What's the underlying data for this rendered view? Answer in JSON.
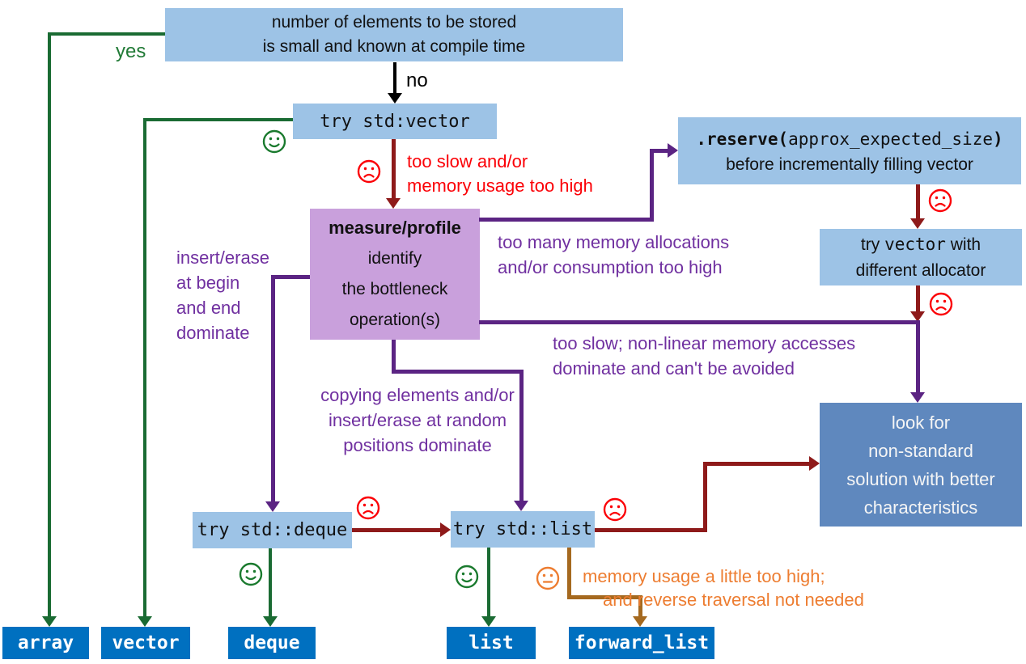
{
  "diagram": {
    "start": {
      "lines": [
        "number of elements to be stored",
        "is small and known at compile time"
      ]
    },
    "try_vector": {
      "label": "try std:vector"
    },
    "measure": {
      "title": "measure/profile",
      "lines": [
        "identify",
        "the bottleneck",
        "operation(s)"
      ]
    },
    "reserve": {
      "code_open": ".reserve(",
      "code_arg": "approx_expected_size",
      "code_close": ")",
      "caption": "before incrementally filling vector"
    },
    "allocator": {
      "pre": "try ",
      "code": "vector",
      "post": " with",
      "line2": "different allocator"
    },
    "nonstandard": {
      "lines": [
        "look for",
        "non-standard",
        "solution with better",
        "characteristics"
      ]
    },
    "try_deque": {
      "label": "try std::deque"
    },
    "try_list": {
      "label": "try std::list"
    },
    "results": {
      "array": "array",
      "vector": "vector",
      "deque": "deque",
      "list": "list",
      "forward_list": "forward_list"
    }
  },
  "edge_labels": {
    "yes": "yes",
    "no": "no",
    "too_slow": [
      "too slow and/or",
      "memory usage too high"
    ],
    "too_many_alloc": [
      "too many memory allocations",
      "and/or consumption too high"
    ],
    "insert_begin_end": [
      "insert/erase",
      "at begin",
      "and end",
      "dominate"
    ],
    "non_linear": [
      "too slow; non-linear memory accesses",
      "dominate and can't be avoided"
    ],
    "copying": [
      "copying elements and/or",
      "insert/erase at random",
      "positions dominate"
    ],
    "memory_little": [
      "memory usage a little too high;",
      "and reverse traversal not needed"
    ]
  },
  "icons": {
    "success": "smiley-face",
    "failure": "sad-face",
    "caution": "neutral-face"
  },
  "colors": {
    "node_fill": "#9dc3e6",
    "measure_fill": "#c9a0dc",
    "result_fill": "#0070c0",
    "nonstandard_fill": "#5f88be",
    "green_line": "#1a6b33",
    "maroon_line": "#8e1a1a",
    "purple_line": "#5b2483",
    "purple_text": "#7030a0",
    "red": "#fb0006",
    "orange": "#ed7d31",
    "brown": "#a5691f",
    "black": "#000000"
  }
}
